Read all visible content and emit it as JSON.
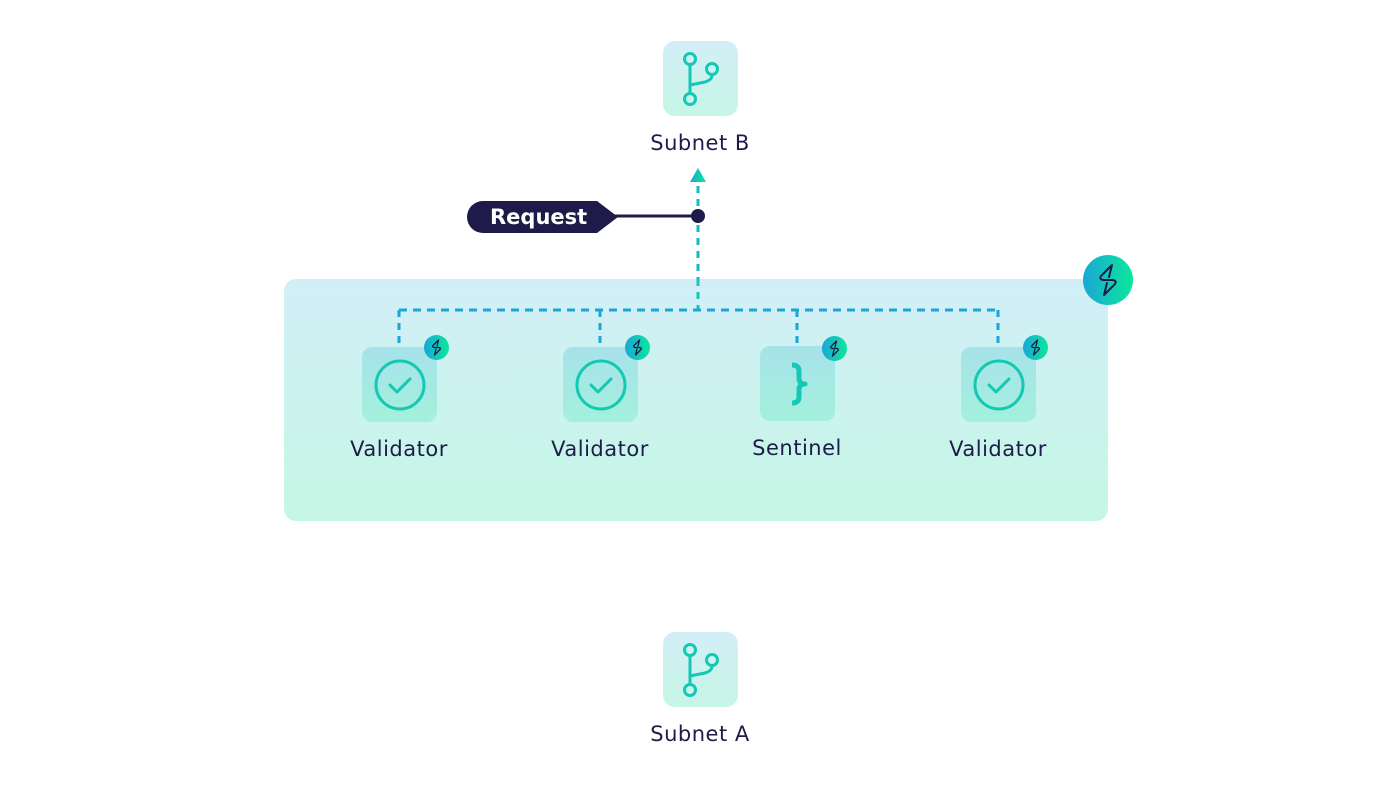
{
  "diagram": {
    "subnet_top": {
      "label": "Subnet B",
      "icon": "git-branch-icon"
    },
    "subnet_bottom": {
      "label": "Subnet A",
      "icon": "git-branch-icon"
    },
    "request": {
      "label": "Request"
    },
    "group": {
      "badge_icon": "lightning-icon"
    },
    "nodes": [
      {
        "label": "Validator",
        "icon": "check-circle-icon",
        "badge_icon": "lightning-icon"
      },
      {
        "label": "Validator",
        "icon": "check-circle-icon",
        "badge_icon": "lightning-icon"
      },
      {
        "label": "Sentinel",
        "icon": "curly-brace-icon",
        "badge_icon": "lightning-icon"
      },
      {
        "label": "Validator",
        "icon": "check-circle-icon",
        "badge_icon": "lightning-icon"
      }
    ],
    "colors": {
      "navy": "#1e1b4b",
      "teal": "#14c9b4",
      "dash_blue": "#1aa6d6",
      "accent_green": "#0be89a"
    }
  }
}
